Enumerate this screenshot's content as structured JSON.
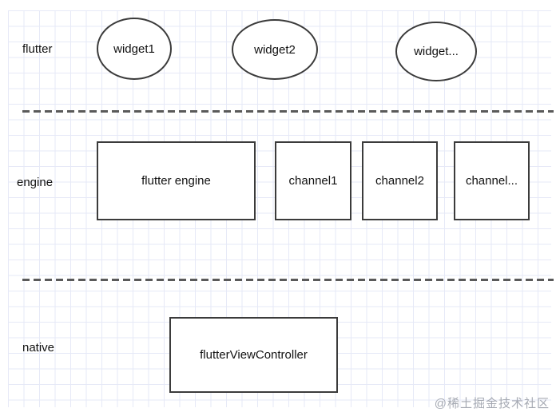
{
  "layers": {
    "flutter": {
      "label": "flutter",
      "nodes": [
        {
          "label": "widget1"
        },
        {
          "label": "widget2"
        },
        {
          "label": "widget..."
        }
      ]
    },
    "engine": {
      "label": "engine",
      "nodes": [
        {
          "label": "flutter engine"
        },
        {
          "label": "channel1"
        },
        {
          "label": "channel2"
        },
        {
          "label": "channel..."
        }
      ]
    },
    "native": {
      "label": "native",
      "nodes": [
        {
          "label": "flutterViewController"
        }
      ]
    }
  },
  "watermark": {
    "text": "@稀土掘金技术社区"
  },
  "colors": {
    "background": "#ffffff",
    "grid_line": "#e6e9f7",
    "shape_border": "#3b3b3b",
    "shape_fill": "#ffffff",
    "dash_line": "#5a5a5a",
    "text": "#111111",
    "watermark": "#a6aab3"
  }
}
